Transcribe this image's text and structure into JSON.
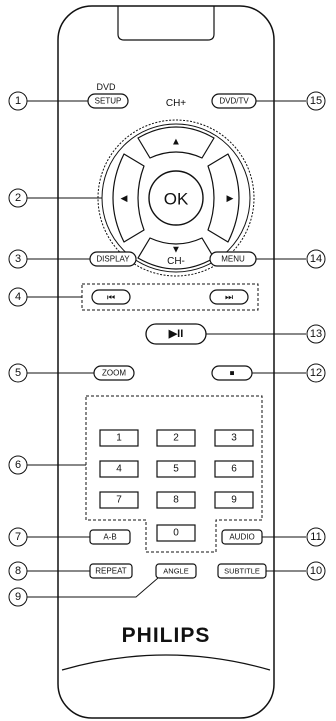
{
  "brand": "PHILIPS",
  "labels": {
    "dvd": "DVD",
    "ch_plus": "CH+",
    "ch_minus": "CH-",
    "ok": "OK"
  },
  "buttons": {
    "setup": "SETUP",
    "dvd_tv": "DVD/TV",
    "display": "DISPLAY",
    "menu": "MENU",
    "zoom": "ZOOM",
    "ab": "A-B",
    "audio": "AUDIO",
    "repeat": "REPEAT",
    "angle": "ANGLE",
    "subtitle": "SUBTITLE",
    "prev_glyph": "⏮",
    "next_glyph": "⏭",
    "playpause_glyph": "▶II",
    "stop_glyph": "■",
    "up_glyph": "▲",
    "down_glyph": "▼",
    "left_glyph": "◀",
    "right_glyph": "▶"
  },
  "numpad": [
    "1",
    "2",
    "3",
    "4",
    "5",
    "6",
    "7",
    "8",
    "9",
    "0"
  ],
  "callouts": {
    "c1": "1",
    "c2": "2",
    "c3": "3",
    "c4": "4",
    "c5": "5",
    "c6": "6",
    "c7": "7",
    "c8": "8",
    "c9": "9",
    "c10": "10",
    "c11": "11",
    "c12": "12",
    "c13": "13",
    "c14": "14",
    "c15": "15"
  }
}
